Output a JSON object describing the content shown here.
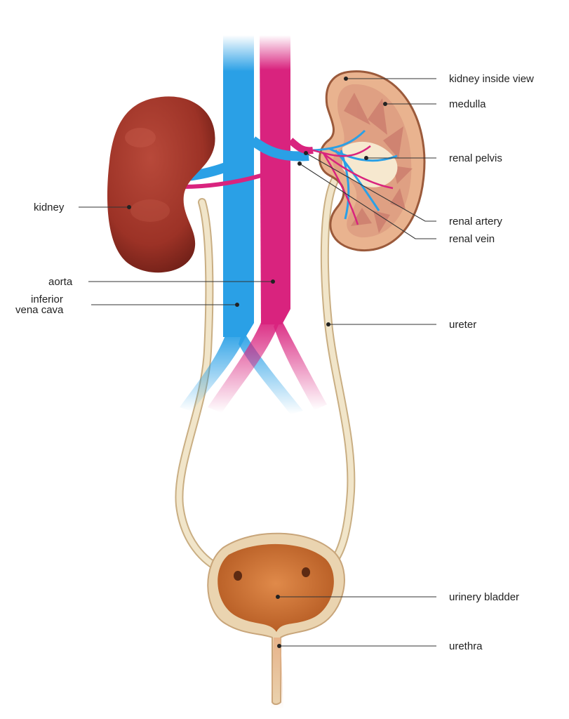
{
  "labels": {
    "kidney_inside_view": "kidney inside view",
    "medulla": "medulla",
    "renal_pelvis": "renal pelvis",
    "renal_artery": "renal artery",
    "renal_vein": "renal vein",
    "kidney": "kidney",
    "aorta": "aorta",
    "inferior_vena_cava_line1": "inferior",
    "inferior_vena_cava_line2": "vena cava",
    "ureter": "ureter",
    "urinary_bladder": "urinery bladder",
    "urethra": "urethra"
  },
  "colors": {
    "vein_blue": "#2aa0e6",
    "artery_magenta": "#d9237e",
    "kidney_red": "#9c3226",
    "kidney_section": "#e8b38f",
    "ureter_tan": "#eedfbf",
    "bladder_orange": "#c66a2f"
  }
}
